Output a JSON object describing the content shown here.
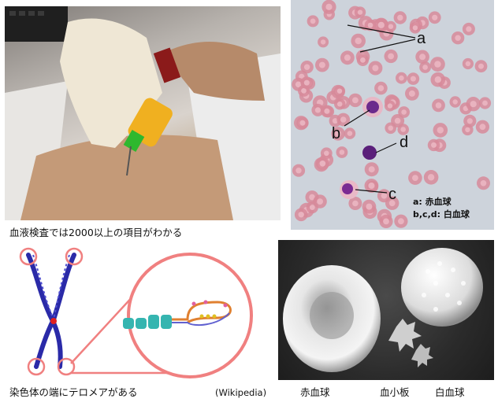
{
  "panels": {
    "blood_draw": {
      "caption": "血液検査では2000以上の項目がわかる"
    },
    "blood_smear": {
      "labels": {
        "a": "a",
        "b": "b",
        "c": "c",
        "d": "d"
      },
      "legend": {
        "line1": "a: 赤血球",
        "line2": "b,c,d: 白血球"
      }
    },
    "chromosome": {
      "caption": "染色体の端にテロメアがある",
      "credit": "(Wikipedia)"
    },
    "sem": {
      "labels": {
        "rbc": "赤血球",
        "platelet": "血小板",
        "wbc": "白血球"
      }
    }
  },
  "colors": {
    "rbc": "#d78a9a",
    "wbc_nucleus": "#6b2a8c",
    "telomere_ring": "#f08080",
    "chromosome": "#2a2aa8"
  }
}
